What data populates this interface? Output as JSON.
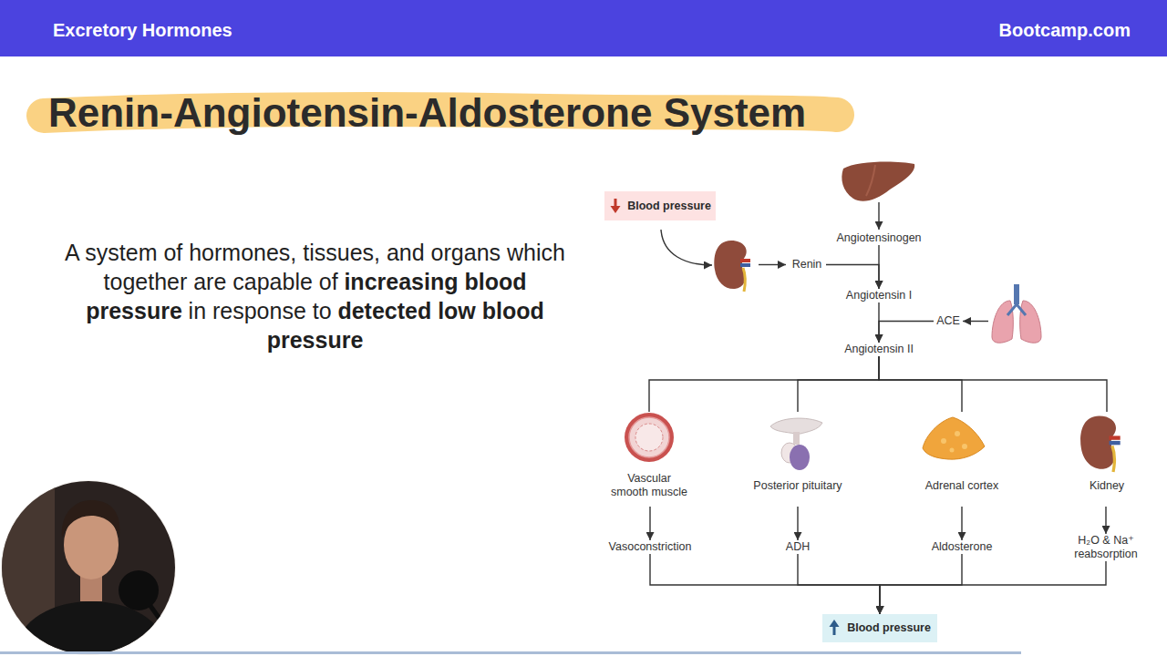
{
  "diagram": {
    "title": "Renin-Angiotensin-Aldosterone System",
    "nodes": [
      {
        "text": [
          "Blood pressure"
        ]
      },
      {
        "text": [
          "Angiotensinogen"
        ]
      },
      {
        "text": [
          "Renin"
        ]
      },
      {
        "text": [
          "Angiotensin I"
        ]
      },
      {
        "text": [
          "ACE"
        ]
      },
      {
        "text": [
          "Angiotensin II"
        ]
      },
      {
        "text": [
          "Vascular smooth muscle"
        ]
      },
      {
        "text": [
          "Posterior pituitary"
        ]
      },
      {
        "text": [
          "Adrenal cortex"
        ]
      },
      {
        "text": [
          "Kidney"
        ]
      },
      {
        "text": [
          "Vasoconstriction"
        ]
      },
      {
        "text": [
          "ADH"
        ]
      },
      {
        "text": [
          "Aldosterone"
        ]
      },
      {
        "text": [
          "H₂O & Na⁺ reabsorption"
        ]
      },
      {
        "text": [
          "Blood pressure"
        ]
      }
    ],
    "edges": [
      {
        "from": 1,
        "to": 3,
        "arrow": "to"
      },
      {
        "from": 2,
        "to": 3,
        "arrow": "to"
      },
      {
        "from": 3,
        "to": 5,
        "arrow": "to"
      },
      {
        "from": 4,
        "to": 5,
        "arrow": "to"
      },
      {
        "from": 5,
        "to": 6,
        "arrow": "none"
      },
      {
        "from": 5,
        "to": 7,
        "arrow": "none"
      },
      {
        "from": 5,
        "to": 8,
        "arrow": "none"
      },
      {
        "from": 5,
        "to": 9,
        "arrow": "none"
      },
      {
        "from": 6,
        "to": 10,
        "arrow": "to"
      },
      {
        "from": 7,
        "to": 11,
        "arrow": "to"
      },
      {
        "from": 8,
        "to": 12,
        "arrow": "to"
      },
      {
        "from": 9,
        "to": 13,
        "arrow": "to"
      },
      {
        "from": 10,
        "to": 14,
        "arrow": "to"
      },
      {
        "from": 11,
        "to": 14,
        "arrow": "to"
      },
      {
        "from": 12,
        "to": 14,
        "arrow": "to"
      },
      {
        "from": 13,
        "to": 14,
        "arrow": "to"
      }
    ],
    "labels": [
      "Excretory Hormones",
      "Bootcamp.com",
      "A system of hormones, tissues, and organs which together are capable of",
      "increasing blood pressure",
      "in response to",
      "detected low blood pressure"
    ]
  }
}
